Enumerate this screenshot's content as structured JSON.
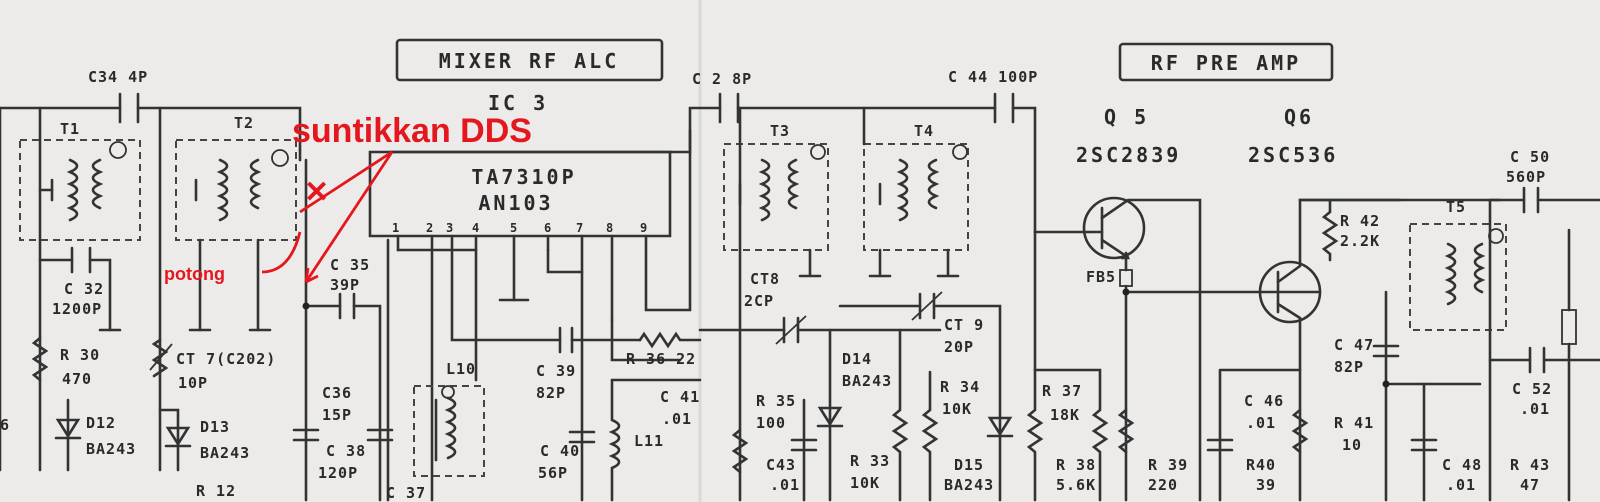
{
  "blocks": {
    "mixer_title": "MIXER RF ALC",
    "preamp_title": "RF PRE AMP"
  },
  "ic": {
    "ref": "IC 3",
    "part1": "TA7310P",
    "part2": "AN103",
    "pins": [
      "1",
      "2",
      "3",
      "4",
      "5",
      "6",
      "7",
      "8",
      "9"
    ]
  },
  "annotations": {
    "inject": "suntikkan DDS",
    "cut": "potong",
    "cut_mark": "✕",
    "colors": {
      "annotation": "#e5171e",
      "ink": "#2a2a2a",
      "paper": "#ecebe9"
    }
  },
  "components": {
    "c34": "C34  4P",
    "t1": "T1",
    "t2": "T2",
    "c32a": "C 32",
    "c32b": "1200P",
    "r30a": "R 30",
    "r30b": "470",
    "ct7a": "CT 7(C202)",
    "ct7b": "10P",
    "d12a": "D12",
    "d12b": "BA243",
    "d13a": "D13",
    "d13b": "BA243",
    "six": "6",
    "r12": "R 12",
    "c35a": "C 35",
    "c35b": "39P",
    "c36a": "C36",
    "c36b": "15P",
    "c38a": "C 38",
    "c38b": "120P",
    "c37": "C 37",
    "l10": "L10",
    "c39a": "C 39",
    "c39b": "82P",
    "r36": "R 36  22",
    "c40a": "C 40",
    "c40b": "56P",
    "c41a": "C 41",
    "c41b": ".01",
    "l11": "L11",
    "c42": "C 2  8P",
    "c44": "C 44 100P",
    "t3": "T3",
    "t4": "T4",
    "ct8a": "CT8",
    "ct8b": "2CP",
    "ct9a": "CT 9",
    "ct9b": "20P",
    "r35a": "R 35",
    "r35b": "100",
    "c43a": "C43",
    "c43b": ".01",
    "d14a": "D14",
    "d14b": "BA243",
    "r33a": "R 33",
    "r33b": "10K",
    "r34a": "R 34",
    "r34b": "10K",
    "d15a": "D15",
    "d15b": "BA243",
    "q5": "Q 5",
    "q5p": "2SC2839",
    "q6": "Q6",
    "q6p": "2SC536",
    "fb5": "FB5",
    "r37a": "R 37",
    "r37b": "18K",
    "r38a": "R 38",
    "r38b": "5.6K",
    "r39a": "R 39",
    "r39b": "220",
    "c46a": "C 46",
    "c46b": ".01",
    "r40a": "R40",
    "r40b": "39",
    "r42a": "R 42",
    "r42b": "2.2K",
    "c47a": "C 47",
    "c47b": "82P",
    "r41a": "R 41",
    "r41b": "10",
    "t5": "T5",
    "c50a": "C 50",
    "c50b": "560P",
    "c52a": "C 52",
    "c52b": ".01",
    "c48a": "C 48",
    "c48b": ".01",
    "r43a": "R 43",
    "r43b": "47"
  }
}
